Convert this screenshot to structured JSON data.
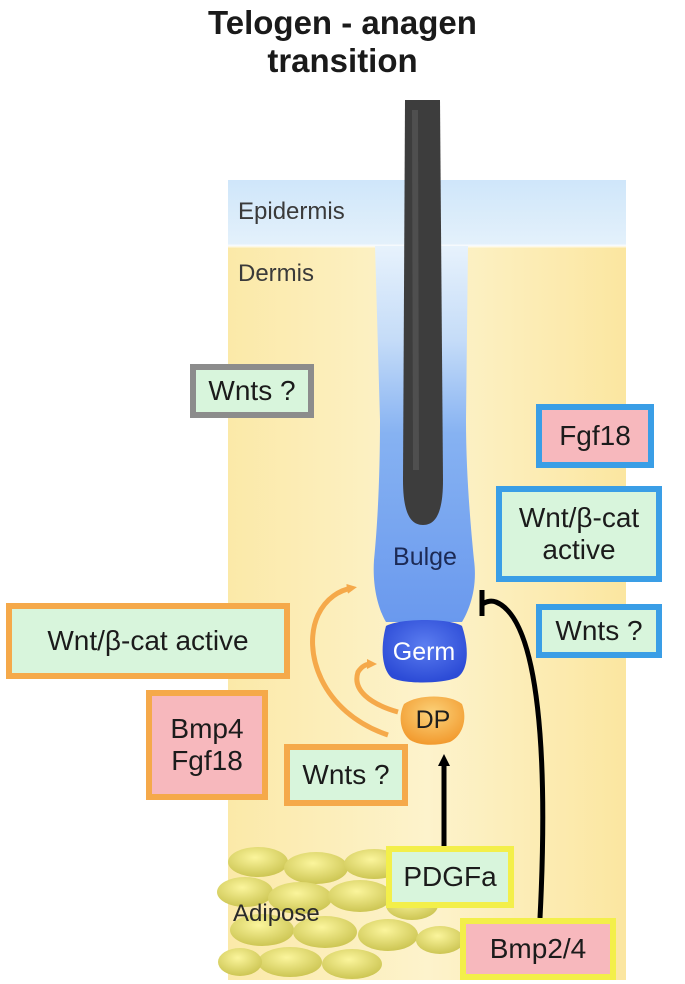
{
  "title": {
    "line1": "Telogen - anagen",
    "line2": "transition"
  },
  "regions": {
    "epidermis": "Epidermis",
    "dermis": "Dermis",
    "adipose": "Adipose"
  },
  "structures": {
    "bulge": "Bulge",
    "germ": "Germ",
    "dp": "DP"
  },
  "boxes": {
    "wnts_gray": "Wnts ?",
    "fgf18_blue": "Fgf18",
    "wnt_bcat_blue_line1": "Wnt/β-cat",
    "wnt_bcat_blue_line2": "active",
    "wnts_blue": "Wnts ?",
    "wnt_bcat_orange": "Wnt/β-cat active",
    "bmp4_orange": "Bmp4",
    "fgf18_orange": "Fgf18",
    "wnts_orange": "Wnts ?",
    "pdgfa_yellow": "PDGFa",
    "bmp24_yellow": "Bmp2/4"
  },
  "colors": {
    "epidermis": "#cfe6fa",
    "dermis": "#fdf2c4",
    "bulge": "#7aa9f3",
    "germ": "#3b5fe0",
    "dp": "#f7a93b",
    "hair_shaft": "#3d3d3d",
    "box_green": "#d8f5dc",
    "box_pink": "#f7b8bd",
    "border_gray": "#8c8c8c",
    "border_blue": "#3a9ee6",
    "border_orange": "#f5a94a",
    "border_yellow": "#f3ef4a"
  }
}
